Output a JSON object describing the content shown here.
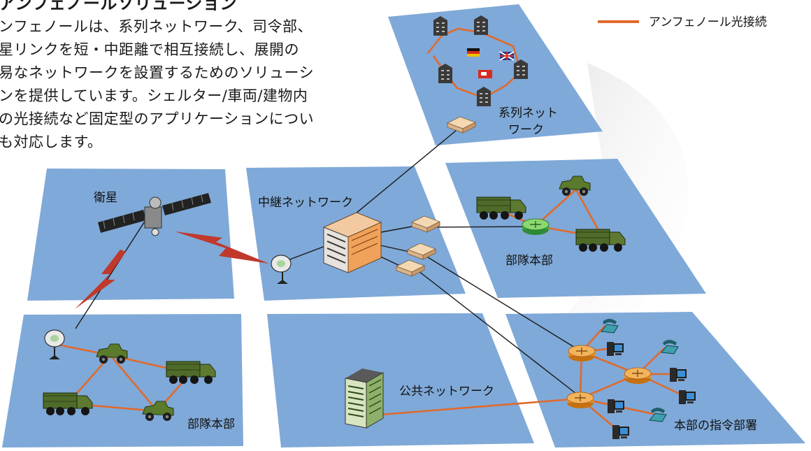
{
  "heading": "アンフェノールソリューション",
  "intro_lines": [
    "ンフェノールは、系列ネットワーク、司令部、",
    "星リンクを短・中距離で相互接続し、展開の",
    "易なネットワークを設置するためのソリューシ",
    "ンを提供しています。シェルター/車両/建物内",
    "の光接続など固定型のアプリケーションについ",
    "も対応します。"
  ],
  "legend": {
    "label": "アンフェノール光接続",
    "color": "#e06a2c"
  },
  "zones": {
    "satellite": "衛星",
    "relay": "中継ネットワーク",
    "affiliate_line1": "系列ネット",
    "affiliate_line2": "ワーク",
    "unit_hq_right": "部隊本部",
    "unit_hq_left": "部隊本部",
    "public": "公共ネットワーク",
    "command": "本部の指令部署"
  },
  "colors": {
    "panel": "#7fa9d8",
    "fiber": "#e06a2c",
    "link": "#1a1a1a",
    "wireless": "#c0392b",
    "vehicle": "#4f6b2a"
  }
}
